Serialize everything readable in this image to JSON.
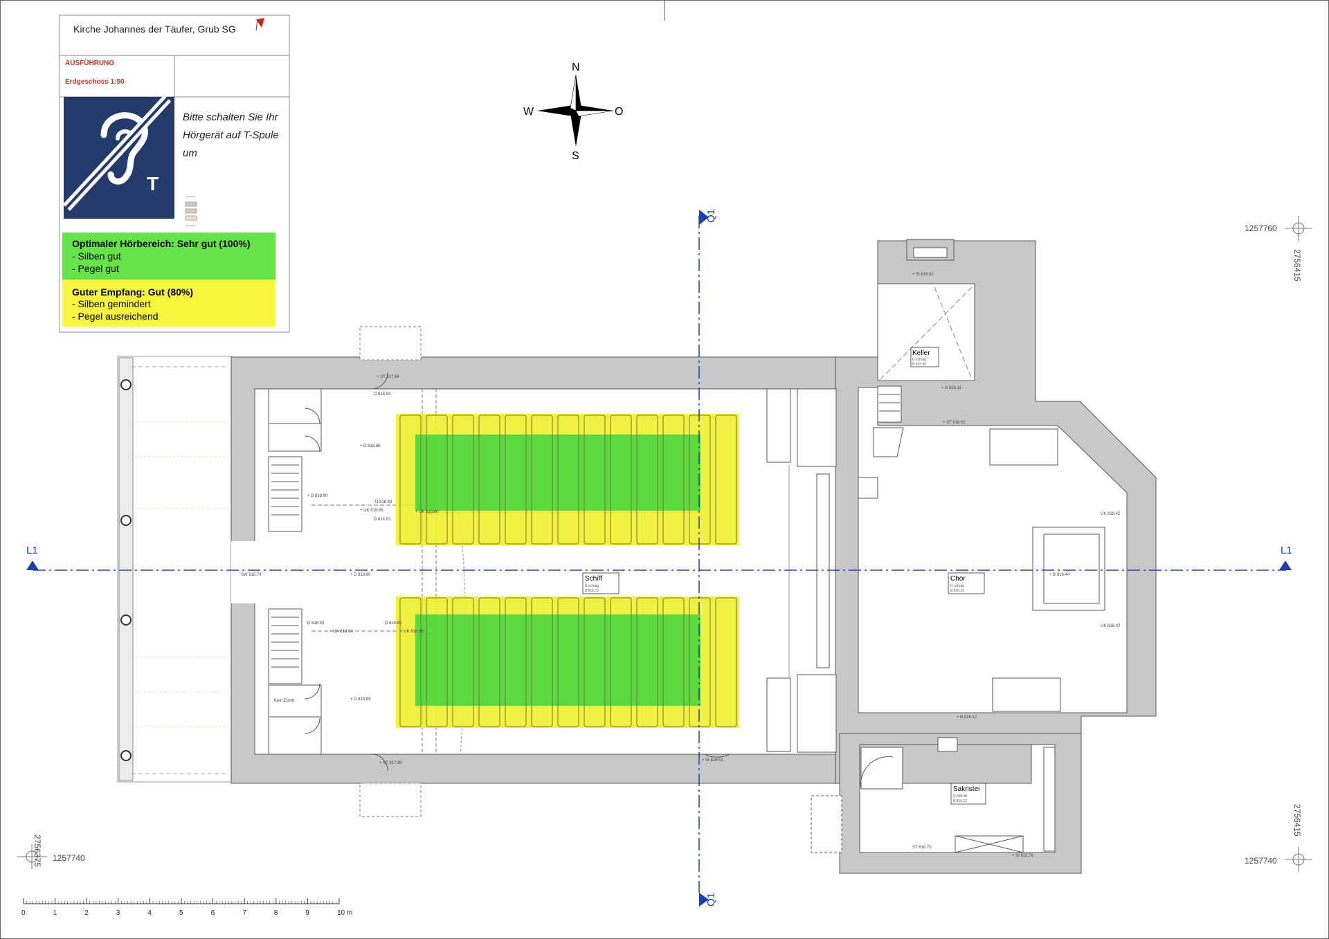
{
  "title_block": {
    "project": "Kirche Johannes der Täufer, Grub SG",
    "phase": "AUSFÜHRUNG",
    "drawing": "Erdgeschoss 1:50",
    "hearing_sign_text": "Bitte schalten Sie Ihr Hörgerät auf T-Spule um",
    "hearing_sign_letter": "T"
  },
  "legend": [
    {
      "heading": "Optimaler Hörbereich: Sehr gut (100%)",
      "lines": [
        "- Silben gut",
        "- Pegel gut"
      ],
      "color": "#66e34a"
    },
    {
      "heading": "Guter Empfang: Gut (80%)",
      "lines": [
        "- Silben gemindert",
        "- Pegel ausreichend"
      ],
      "color": "#f7f53d"
    }
  ],
  "compass": {
    "n": "N",
    "s": "S",
    "w": "W",
    "o": "O"
  },
  "axes": {
    "q1": "Q1",
    "l1": "L1"
  },
  "coordinates": {
    "top_right_y": "1257760",
    "top_right_x": "2756415",
    "bottom_right_y": "1257740",
    "bottom_right_x": "2756415",
    "bottom_left_y": "1257740",
    "bottom_left_x": "2756375"
  },
  "rooms": {
    "schiff": {
      "name": "Schiff",
      "line1": "D schräg",
      "line2": "B 815.72"
    },
    "chor": {
      "name": "Chor",
      "line1": "D schräg",
      "line2": "B 816.15"
    },
    "keller": {
      "name": "Keller",
      "line1": "D schräg",
      "line2": "B 815.95"
    },
    "sakristei": {
      "name": "Sakristei",
      "line1": "D 818.90",
      "line2": "B 816.12"
    },
    "kein_zutritt": "Kein Zutritt"
  },
  "elevations": [
    "+ ST 817.84",
    "D 818.94",
    "+ D 818.89",
    "+ D 818.90",
    "D 818.93",
    "+ UK 818.85",
    "+ UK 818.80",
    "D 818.93",
    "SW 815.74",
    "+ D 818.80",
    "D 818.93",
    "+ UK 818.83",
    "D 818.88",
    "+ UK 818.80",
    "+ D 818.85",
    "+ ST 817.80",
    "+ SI 816.51",
    "+ B 816.44",
    "UK 818.42",
    "UK 818.42",
    "+ B 816.11",
    "+ ST 818.01",
    "+ SI 818.82",
    "+ B 816.12",
    "ST 818.70",
    "+ SI 816.76"
  ],
  "scale_bar": {
    "ticks": [
      "0",
      "1",
      "2",
      "3",
      "4",
      "5",
      "6",
      "7",
      "8",
      "9",
      "10 m"
    ]
  },
  "chart_data": {
    "type": "table",
    "note": ""
  }
}
